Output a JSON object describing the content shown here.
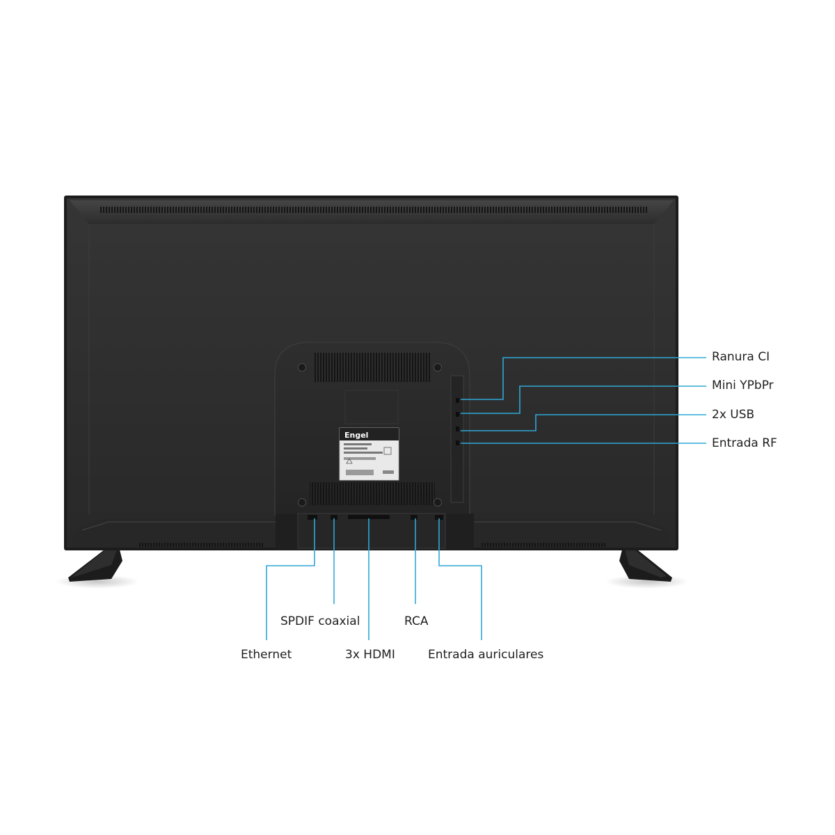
{
  "product": {
    "brand": "Engel"
  },
  "callouts": {
    "ranura_ci": "Ranura CI",
    "mini_ypbpr": "Mini YPbPr",
    "usb": "2x USB",
    "entrada_rf": "Entrada RF",
    "spdif": "SPDIF coaxial",
    "rca": "RCA",
    "ethernet": "Ethernet",
    "hdmi": "3x HDMI",
    "auriculares": "Entrada auriculares"
  },
  "colors": {
    "callout_line": "#2fa8d8",
    "tv_body": "#2d2d2d",
    "tv_frame": "#1b1b1b",
    "tv_top_bevel": "#3a3a3a",
    "vent": "#161616",
    "label_bg": "#e9e9e9"
  }
}
